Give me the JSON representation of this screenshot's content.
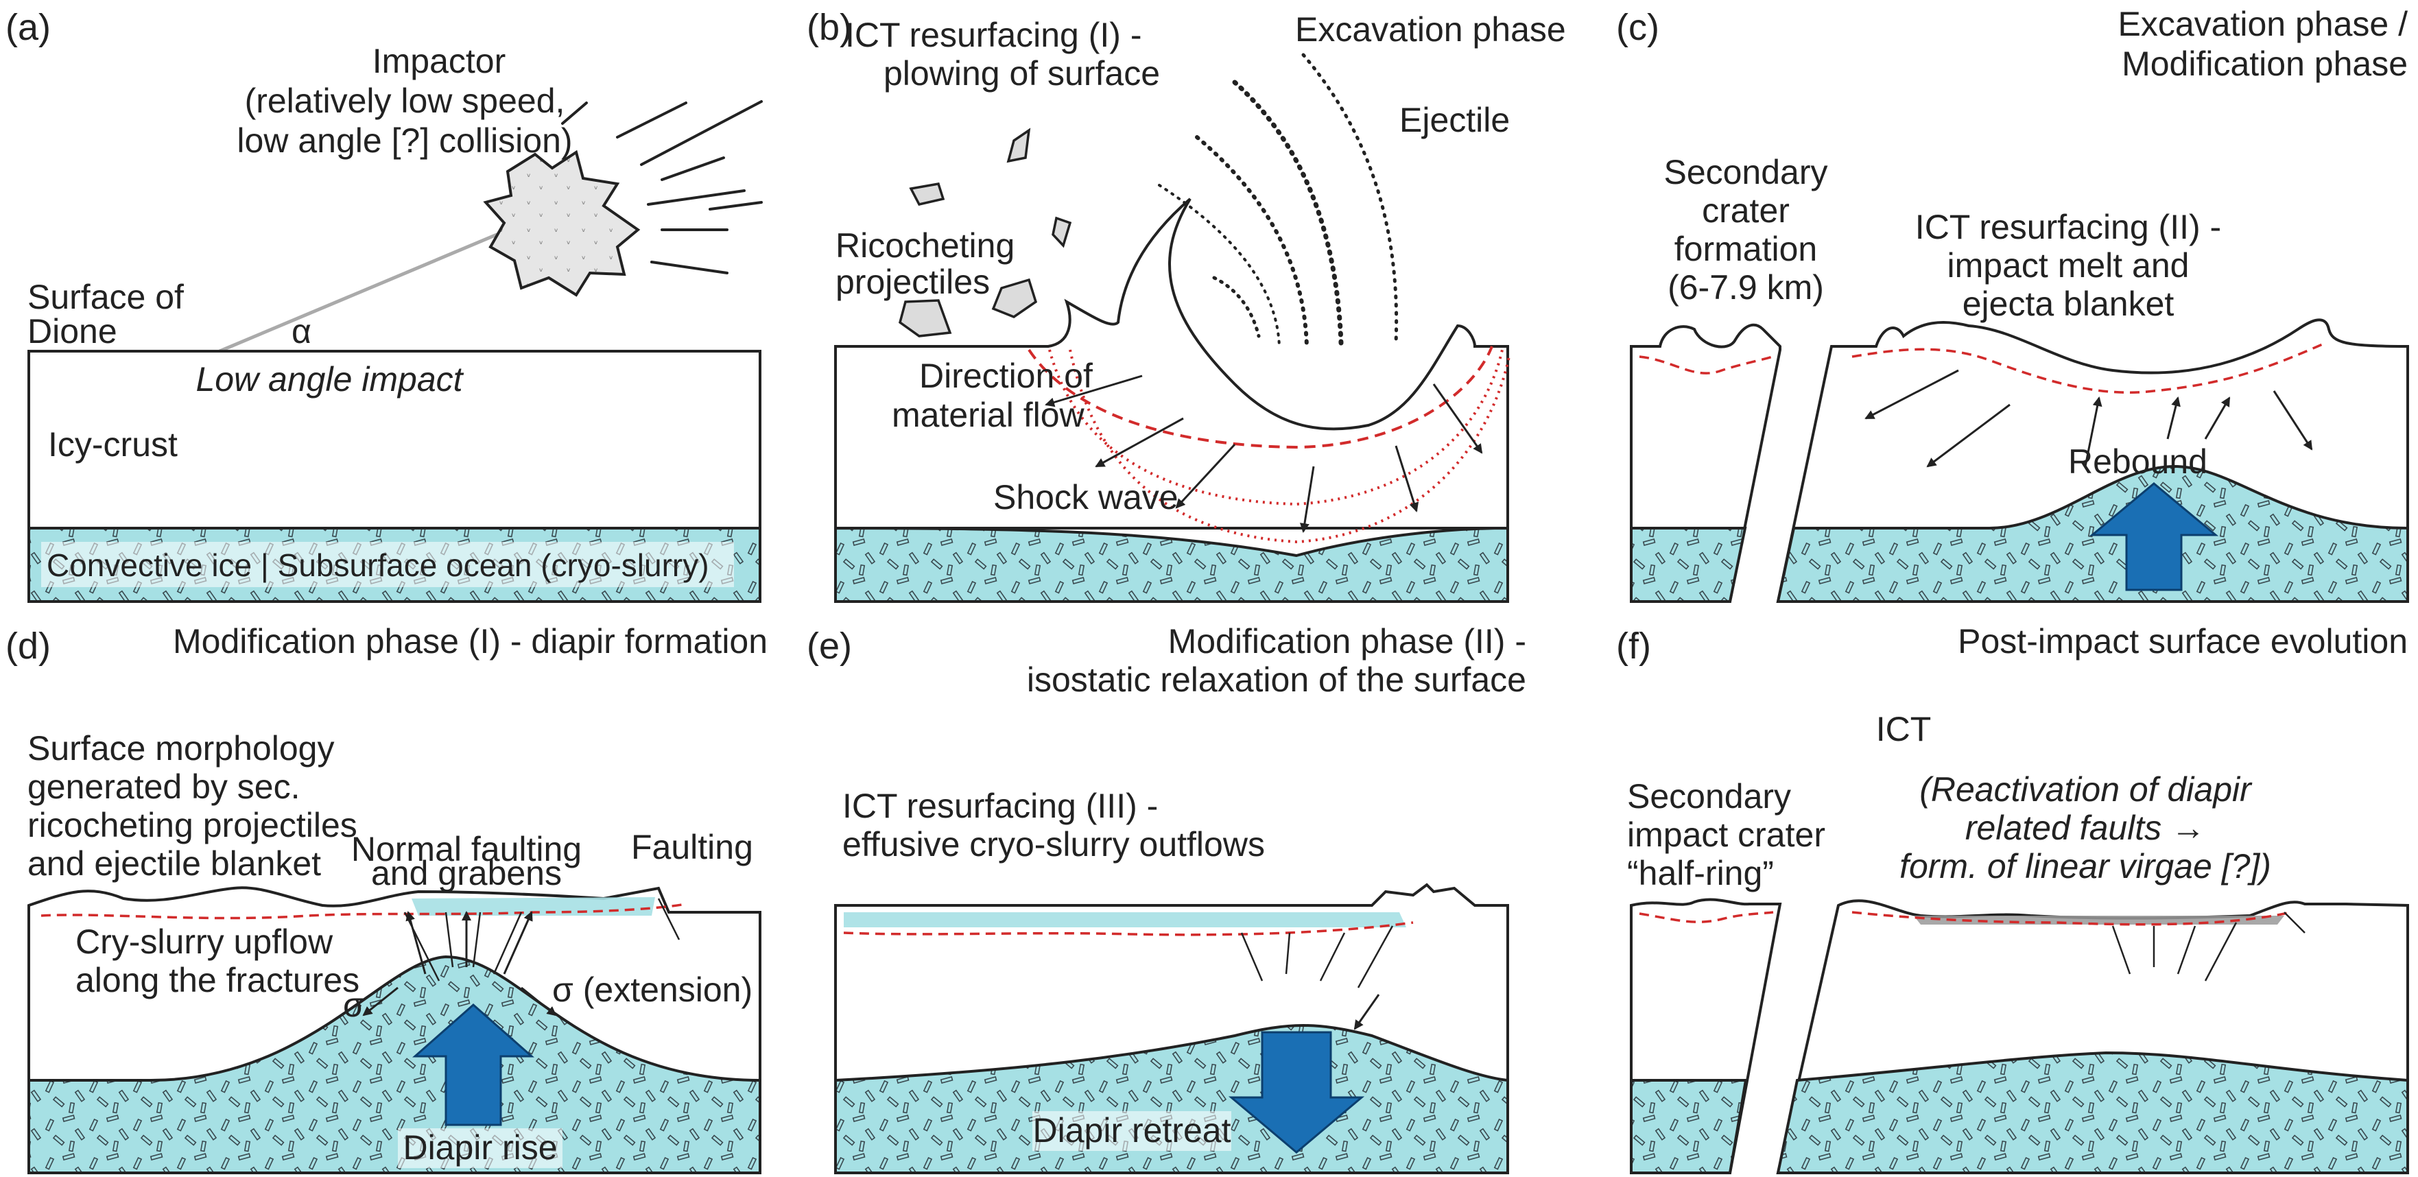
{
  "panels": {
    "a": {
      "letter": "(a)",
      "impactor": [
        "Impactor",
        "(relatively low speed,",
        "low angle [?] collision)"
      ],
      "surface": [
        "Surface of",
        "Dione"
      ],
      "alpha": "α",
      "low_angle": "Low angle impact",
      "icy_crust": "Icy-crust",
      "ocean": "Convective ice | Subsurface ocean (cryo-slurry)"
    },
    "b": {
      "letter": "(b)",
      "resurfacing": [
        "ICT resurfacing (I) -",
        "plowing of surface"
      ],
      "phase": "Excavation phase",
      "ejectile": "Ejectile",
      "ricochet": [
        "Ricocheting",
        "projectiles"
      ],
      "flow": [
        "Direction of",
        "material flow"
      ],
      "shock": "Shock wave"
    },
    "c": {
      "letter": "(c)",
      "phase": [
        "Excavation phase /",
        "Modification phase"
      ],
      "secondary": [
        "Secondary",
        "crater",
        "formation",
        "(6-7.9 km)"
      ],
      "resurfacing": [
        "ICT resurfacing (II) -",
        "impact melt and",
        "ejecta blanket"
      ],
      "rebound": "Rebound"
    },
    "d": {
      "letter": "(d)",
      "phase": "Modification phase (I) - diapir formation",
      "morphology": [
        "Surface morphology",
        "generated by sec.",
        "ricocheting projectiles",
        "and ejectile blanket"
      ],
      "normal": [
        "Normal faulting",
        "and grabens"
      ],
      "faulting": "Faulting",
      "upflow": [
        "Cry-slurry upflow",
        "along the fractures"
      ],
      "sigma": "σ",
      "sigma_ext": "σ (extension)",
      "diapir": "Diapir rise"
    },
    "e": {
      "letter": "(e)",
      "phase": [
        "Modification phase (II) -",
        "isostatic relaxation of the surface"
      ],
      "resurfacing": [
        "ICT resurfacing (III) -",
        "effusive cryo-slurry outflows"
      ],
      "diapir": "Diapir retreat"
    },
    "f": {
      "letter": "(f)",
      "phase": "Post-impact surface evolution",
      "ict": "ICT",
      "secondary": [
        "Secondary",
        "impact crater",
        "“half-ring”"
      ],
      "reactivation": [
        "(Reactivation of diapir",
        "related faults →",
        "form. of linear virgae [?])"
      ]
    }
  },
  "colors": {
    "ocean": "#a6e0e4",
    "arrow": "#1a6fb4",
    "shock": "#d22b2b",
    "line": "#222222"
  }
}
